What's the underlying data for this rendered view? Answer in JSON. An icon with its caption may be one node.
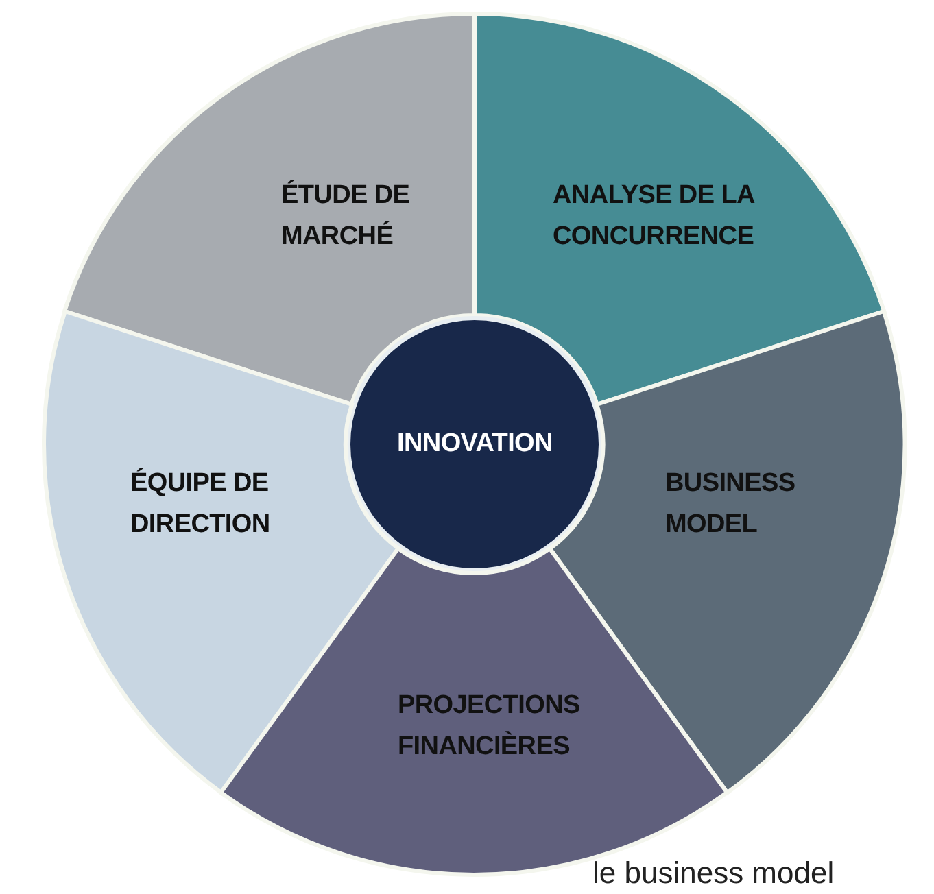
{
  "diagram": {
    "caption": "le business model",
    "nodes": [
      {
        "text": [
          "ÉTUDE DE MARCHÉ"
        ]
      },
      {
        "text": [
          "ANALYSE DE LA CONCURRENCE"
        ]
      },
      {
        "text": [
          "INNOVATION"
        ]
      },
      {
        "text": [
          "ÉQUIPE DE DIRECTION"
        ]
      },
      {
        "text": [
          "BUSINESS MODEL"
        ]
      },
      {
        "text": [
          "PROJECTIONS FINANCIÈRES"
        ]
      }
    ],
    "edges": []
  }
}
